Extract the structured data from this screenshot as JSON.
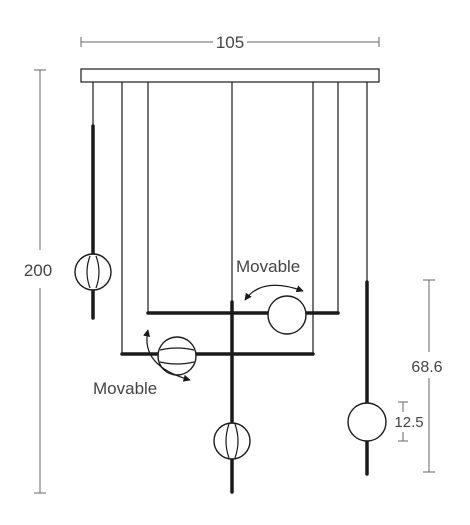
{
  "dimensions": {
    "width": "105",
    "height": "200",
    "rod_height": "68.6",
    "globe_diameter": "12.5"
  },
  "annotations": {
    "movable_upper": "Movable",
    "movable_lower": "Movable"
  }
}
